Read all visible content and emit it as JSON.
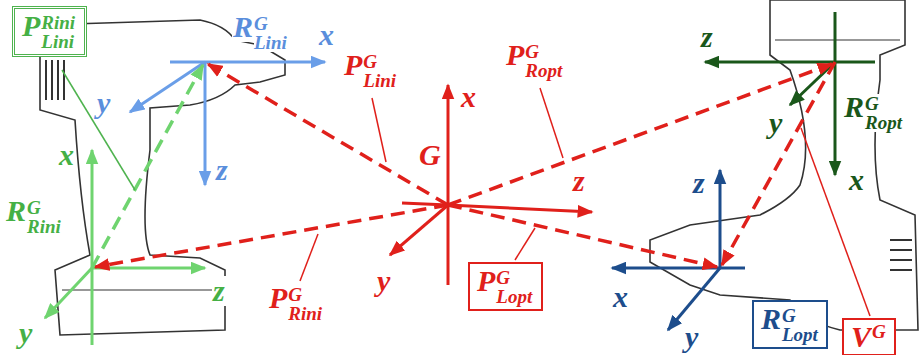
{
  "diagram": {
    "nodes": [
      {
        "text": [
          "P",
          "Rini",
          "Lini"
        ]
      },
      {
        "text": [
          "P",
          "G",
          "Lopt"
        ]
      },
      {
        "text": [
          "R",
          "G",
          "Lopt"
        ]
      },
      {
        "text": [
          "V",
          "G"
        ]
      }
    ],
    "labels": [
      "R",
      "G",
      "Lini",
      "x",
      "y",
      "z",
      "P",
      "G",
      "Lini",
      "P",
      "G",
      "Ropt",
      "x",
      "G",
      "z",
      "y",
      "z",
      "y",
      "x",
      "R",
      "G",
      "Ropt",
      "x",
      "R",
      "G",
      "Rini",
      "y",
      "z",
      "P",
      "G",
      "Rini",
      "z",
      "x",
      "y"
    ]
  }
}
